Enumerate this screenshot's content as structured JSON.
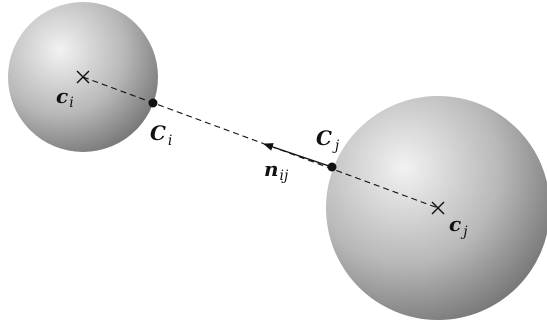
{
  "colors": {
    "sphere_highlight": "#f2f2f2",
    "sphere_mid": "#b8b8b8",
    "sphere_shadow": "#6e6e6e",
    "stroke": "#111111"
  },
  "labels": {
    "ci": {
      "base": "c",
      "sub": "i"
    },
    "Ci": {
      "base": "C",
      "sub": "i"
    },
    "Cj": {
      "base": "C",
      "sub": "j"
    },
    "nij": {
      "base": "n",
      "sub": "ij"
    },
    "cj": {
      "base": "c",
      "sub": "j"
    }
  }
}
